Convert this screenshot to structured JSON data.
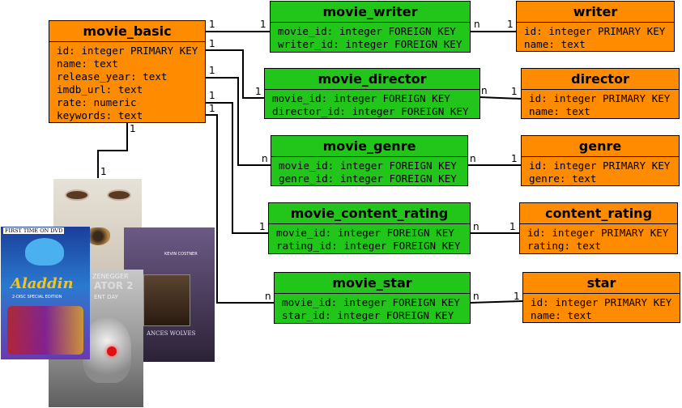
{
  "movie_basic": {
    "name": "movie_basic",
    "fields": [
      "id: integer PRIMARY KEY",
      "name: text",
      "release_year: text",
      "imdb_url: text",
      "rate: numeric",
      "keywords: text"
    ]
  },
  "link_tables": [
    {
      "name": "movie_writer",
      "fields": [
        "movie_id: integer FOREIGN KEY",
        "writer_id: integer FOREIGN KEY"
      ]
    },
    {
      "name": "movie_director",
      "fields": [
        "movie_id: integer FOREIGN KEY",
        "director_id: integer FOREIGN KEY"
      ]
    },
    {
      "name": "movie_genre",
      "fields": [
        "movie_id: integer FOREIGN KEY",
        "genre_id: integer FOREIGN KEY"
      ]
    },
    {
      "name": "movie_content_rating",
      "fields": [
        "movie_id: integer FOREIGN KEY",
        "rating_id: integer FOREIGN KEY"
      ]
    },
    {
      "name": "movie_star",
      "fields": [
        "movie_id: integer FOREIGN KEY",
        "star_id: integer FOREIGN KEY"
      ]
    }
  ],
  "entity_tables": [
    {
      "name": "writer",
      "fields": [
        "id: integer PRIMARY KEY",
        "name: text"
      ]
    },
    {
      "name": "director",
      "fields": [
        "id: integer PRIMARY KEY",
        "name: text"
      ]
    },
    {
      "name": "genre",
      "fields": [
        "id: integer PRIMARY KEY",
        "genre: text"
      ]
    },
    {
      "name": "content_rating",
      "fields": [
        "id: integer PRIMARY KEY",
        "rating: text"
      ]
    },
    {
      "name": "star",
      "fields": [
        "id: integer PRIMARY KEY",
        "name: text"
      ]
    }
  ],
  "cardinality": {
    "one": "1",
    "many": "n"
  },
  "colors": {
    "entity": "#ff8c00",
    "link": "#22c51a"
  },
  "posters": {
    "aladdin": {
      "top_text": "FIRST TIME ON DVD",
      "title": "Aladdin",
      "edition": "2-DISC SPECIAL EDITION"
    },
    "terminator": {
      "line1": "ZENEGGER",
      "line2": "ATOR 2",
      "line3": "ENT DAY"
    },
    "robin_hood": {
      "actor": "KEVIN COSTNER",
      "title": "ANCES WOLVES"
    }
  }
}
